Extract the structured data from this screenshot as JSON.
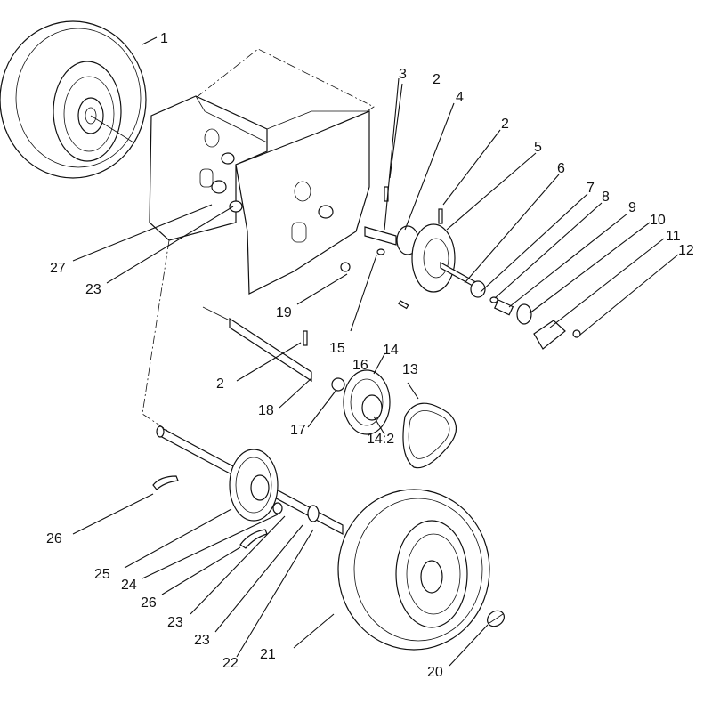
{
  "callouts": [
    {
      "id": "c1",
      "text": "1"
    },
    {
      "id": "c2a",
      "text": "2"
    },
    {
      "id": "c2b",
      "text": "2"
    },
    {
      "id": "c2c",
      "text": "2"
    },
    {
      "id": "c3",
      "text": "3"
    },
    {
      "id": "c4",
      "text": "4"
    },
    {
      "id": "c5",
      "text": "5"
    },
    {
      "id": "c6",
      "text": "6"
    },
    {
      "id": "c7",
      "text": "7"
    },
    {
      "id": "c8",
      "text": "8"
    },
    {
      "id": "c9",
      "text": "9"
    },
    {
      "id": "c10",
      "text": "10"
    },
    {
      "id": "c11",
      "text": "11"
    },
    {
      "id": "c12",
      "text": "12"
    },
    {
      "id": "c13",
      "text": "13"
    },
    {
      "id": "c14",
      "text": "14"
    },
    {
      "id": "c14b",
      "text": "14:2"
    },
    {
      "id": "c15",
      "text": "15"
    },
    {
      "id": "c16",
      "text": "16"
    },
    {
      "id": "c17",
      "text": "17"
    },
    {
      "id": "c18",
      "text": "18"
    },
    {
      "id": "c19",
      "text": "19"
    },
    {
      "id": "c20",
      "text": "20"
    },
    {
      "id": "c21",
      "text": "21"
    },
    {
      "id": "c22",
      "text": "22"
    },
    {
      "id": "c23a",
      "text": "23"
    },
    {
      "id": "c23b",
      "text": "23"
    },
    {
      "id": "c23c",
      "text": "23"
    },
    {
      "id": "c24",
      "text": "24"
    },
    {
      "id": "c25",
      "text": "25"
    },
    {
      "id": "c26a",
      "text": "26"
    },
    {
      "id": "c26b",
      "text": "26"
    },
    {
      "id": "c27",
      "text": "27"
    }
  ]
}
